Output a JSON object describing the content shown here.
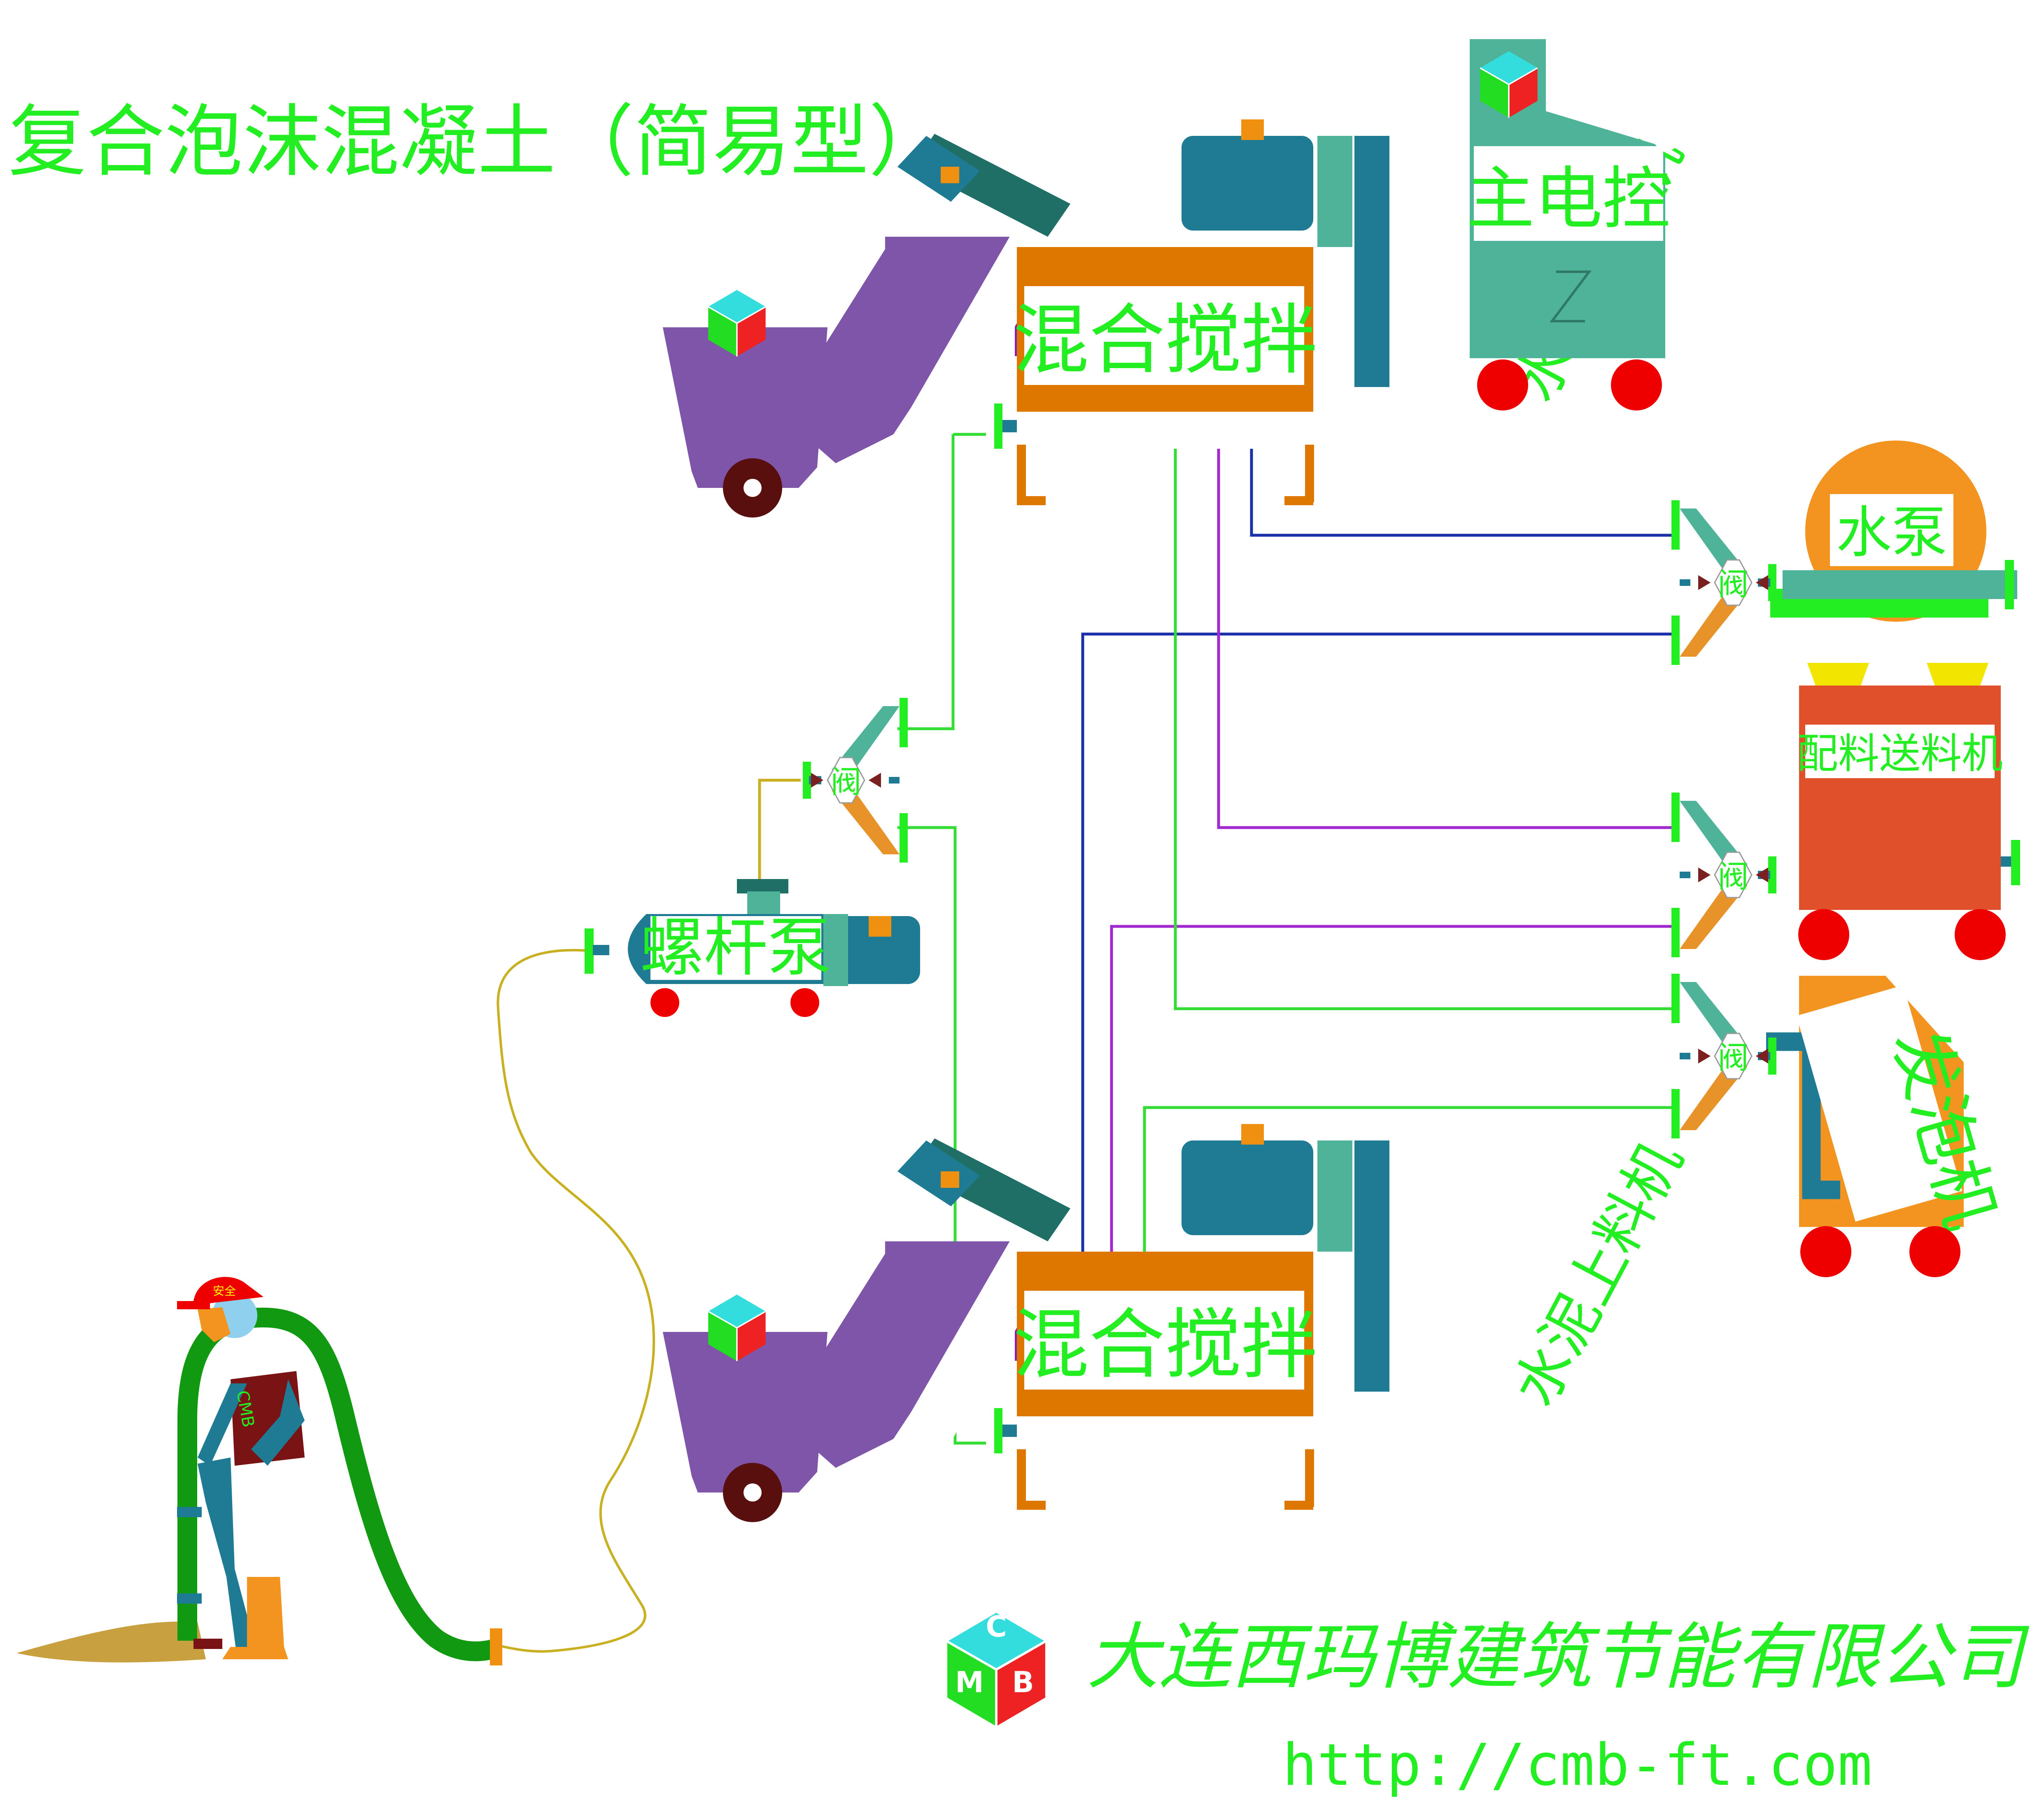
{
  "title": "复合泡沫混凝土（简易型）",
  "labels": {
    "cement_feeder": "水泥上料机",
    "mixer": "混合搅拌",
    "main_control": "主电控",
    "water_pump": "水泵",
    "batching_feeder": "配料送料机",
    "foam_generator": "发泡机",
    "screw_pump": "螺杆泵",
    "valve": "阀"
  },
  "logo": {
    "c": "C",
    "m": "M",
    "b": "B"
  },
  "worker": {
    "helmet_text": "安全",
    "vest_text": "CMB"
  },
  "company": {
    "name": "大连西玛博建筑节能有限公司",
    "url": "http://cmb-ft.com"
  },
  "colors": {
    "label_green": "#22ee22",
    "purple": "#7f55aa",
    "orange": "#dd7700",
    "teal": "#1f7a94",
    "seafoam": "#4fb39a",
    "red": "#ee0000",
    "pipe_blue": "#1a2fa8",
    "pipe_violet": "#a02ad0",
    "pipe_green": "#33dd33",
    "pipe_gold": "#c8b020"
  }
}
